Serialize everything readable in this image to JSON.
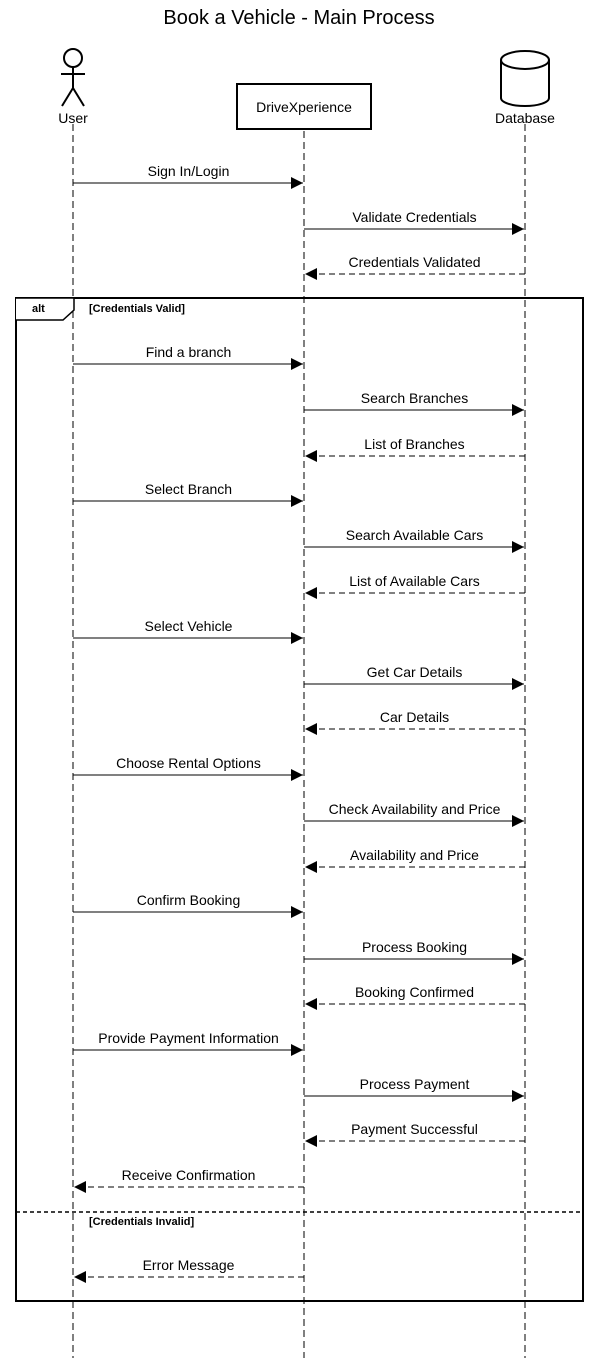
{
  "title": "Book a Vehicle - Main Process",
  "participants": [
    {
      "id": "user",
      "label": "User",
      "kind": "actor"
    },
    {
      "id": "system",
      "label": "DriveXperience",
      "kind": "box"
    },
    {
      "id": "db",
      "label": "Database",
      "kind": "database"
    }
  ],
  "messages": [
    {
      "from": "user",
      "to": "system",
      "label": "Sign In/Login",
      "type": "call"
    },
    {
      "from": "system",
      "to": "db",
      "label": "Validate Credentials",
      "type": "call"
    },
    {
      "from": "db",
      "to": "system",
      "label": "Credentials Validated",
      "type": "reply"
    },
    {
      "from": "user",
      "to": "system",
      "label": "Find a branch",
      "type": "call"
    },
    {
      "from": "system",
      "to": "db",
      "label": "Search Branches",
      "type": "call"
    },
    {
      "from": "db",
      "to": "system",
      "label": "List of Branches",
      "type": "reply"
    },
    {
      "from": "user",
      "to": "system",
      "label": "Select Branch",
      "type": "call"
    },
    {
      "from": "system",
      "to": "db",
      "label": "Search Available Cars",
      "type": "call"
    },
    {
      "from": "db",
      "to": "system",
      "label": "List of Available Cars",
      "type": "reply"
    },
    {
      "from": "user",
      "to": "system",
      "label": "Select Vehicle",
      "type": "call"
    },
    {
      "from": "system",
      "to": "db",
      "label": "Get Car Details",
      "type": "call"
    },
    {
      "from": "db",
      "to": "system",
      "label": "Car Details",
      "type": "reply"
    },
    {
      "from": "user",
      "to": "system",
      "label": "Choose Rental Options",
      "type": "call"
    },
    {
      "from": "system",
      "to": "db",
      "label": "Check Availability and Price",
      "type": "call"
    },
    {
      "from": "db",
      "to": "system",
      "label": "Availability and Price",
      "type": "reply"
    },
    {
      "from": "user",
      "to": "system",
      "label": "Confirm Booking",
      "type": "call"
    },
    {
      "from": "system",
      "to": "db",
      "label": "Process Booking",
      "type": "call"
    },
    {
      "from": "db",
      "to": "system",
      "label": "Booking Confirmed",
      "type": "reply"
    },
    {
      "from": "user",
      "to": "system",
      "label": "Provide Payment Information",
      "type": "call"
    },
    {
      "from": "system",
      "to": "db",
      "label": "Process Payment",
      "type": "call"
    },
    {
      "from": "db",
      "to": "system",
      "label": "Payment Successful",
      "type": "reply"
    },
    {
      "from": "system",
      "to": "user",
      "label": "Receive Confirmation",
      "type": "reply"
    },
    {
      "from": "system",
      "to": "user",
      "label": "Error Message",
      "type": "reply"
    }
  ],
  "fragment": {
    "operator": "alt",
    "guards": [
      "[Credentials Valid]",
      "[Credentials Invalid]"
    ]
  }
}
